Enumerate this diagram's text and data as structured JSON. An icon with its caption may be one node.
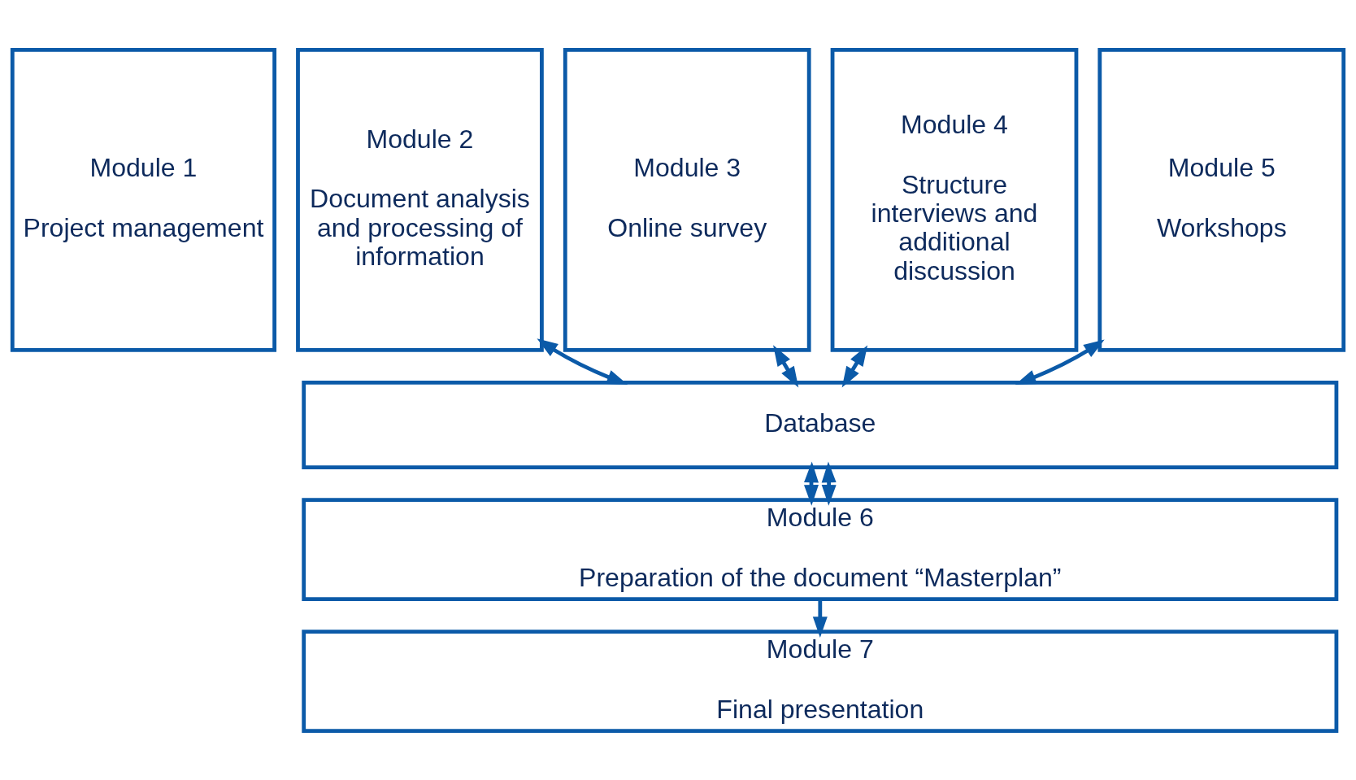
{
  "diagram": {
    "nodes": [
      {
        "text": [
          "Module 1",
          "Project management"
        ]
      },
      {
        "text": [
          "Module 2",
          "Document analysis and processing of information"
        ]
      },
      {
        "text": [
          "Module 3",
          "Online survey"
        ]
      },
      {
        "text": [
          "Module 4",
          "Structure interviews and additional discussion"
        ]
      },
      {
        "text": [
          "Module 5",
          "Workshops"
        ]
      },
      {
        "text": [
          "Database"
        ]
      },
      {
        "text": [
          "Module 6",
          "Preparation of the document “Masterplan”"
        ]
      },
      {
        "text": [
          "Module 7",
          "Final presentation"
        ]
      }
    ],
    "edges": [
      {
        "from": 1,
        "to": 5,
        "arrow": "both"
      },
      {
        "from": 2,
        "to": 5,
        "arrow": "both"
      },
      {
        "from": 3,
        "to": 5,
        "arrow": "both"
      },
      {
        "from": 4,
        "to": 5,
        "arrow": "both"
      },
      {
        "from": 5,
        "to": 6,
        "arrow": "both"
      },
      {
        "from": 5,
        "to": 6,
        "arrow": "both"
      },
      {
        "from": 6,
        "to": 7,
        "arrow": "to"
      }
    ]
  }
}
